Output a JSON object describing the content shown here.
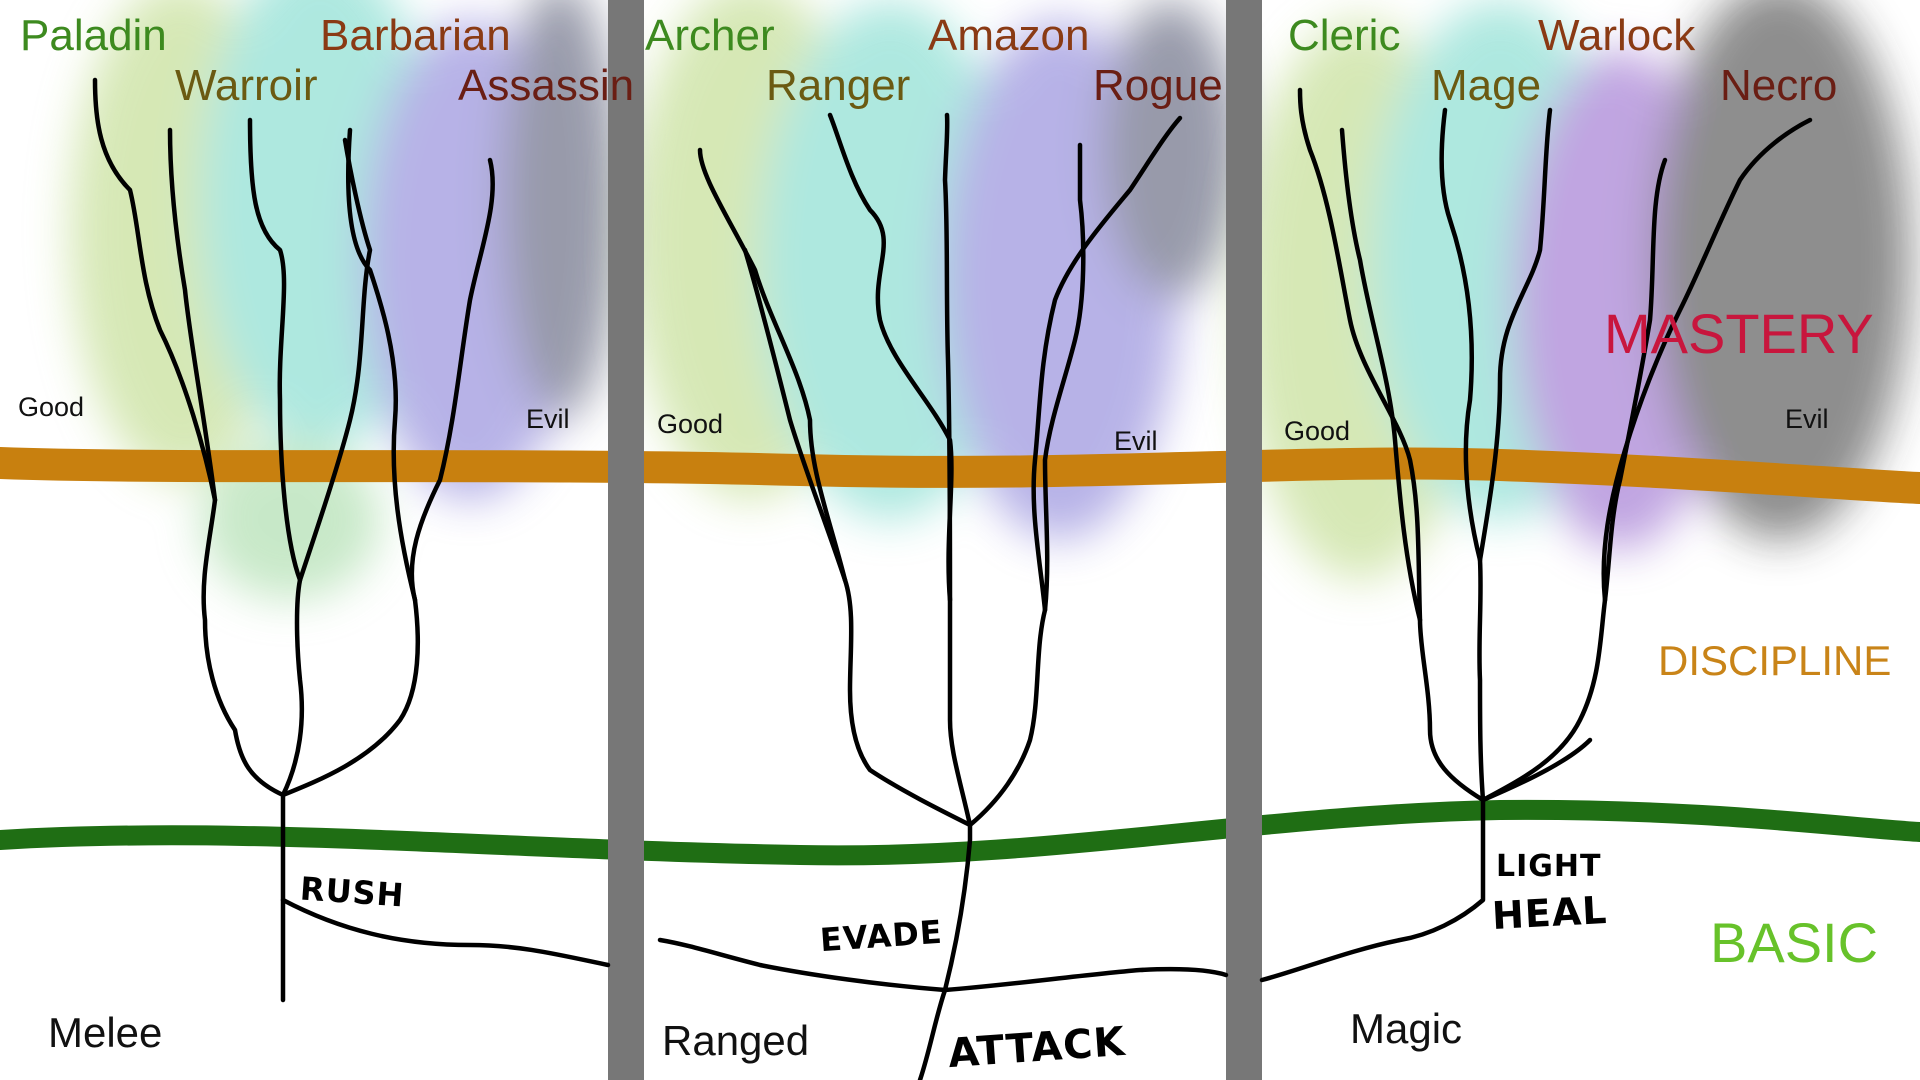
{
  "columns": [
    {
      "category": "Melee",
      "good_label": "Good",
      "evil_label": "Evil",
      "classes_top": [
        "Paladin",
        "Barbarian"
      ],
      "classes_bottom": [
        "Warroir",
        "Assassin"
      ],
      "skill": "RUSH"
    },
    {
      "category": "Ranged",
      "good_label": "Good",
      "evil_label": "Evil",
      "classes_top": [
        "Archer",
        "Amazon"
      ],
      "classes_bottom": [
        "Ranger",
        "Rogue"
      ],
      "skill": "EVADE"
    },
    {
      "category": "Magic",
      "good_label": "Good",
      "evil_label": "Evil",
      "classes_top": [
        "Cleric",
        "Warlock"
      ],
      "classes_bottom": [
        "Mage",
        "Necro"
      ],
      "skill_line1": "LIGHT",
      "skill_line2": "HEAL"
    }
  ],
  "tiers": {
    "mastery": "MASTERY",
    "discipline": "DISCIPLINE",
    "basic": "BASIC"
  },
  "root_skill": "ATTACK",
  "colors": {
    "mastery": "#c8163d",
    "discipline": "#c98418",
    "basic": "#67c22a",
    "discipline_line": "#c8800f",
    "basic_line": "#1f6e14",
    "divider": "#777777",
    "good_class": "#3d8a1f",
    "neutral_class": "#6b5a12",
    "evil_class": "#8a3a14"
  }
}
